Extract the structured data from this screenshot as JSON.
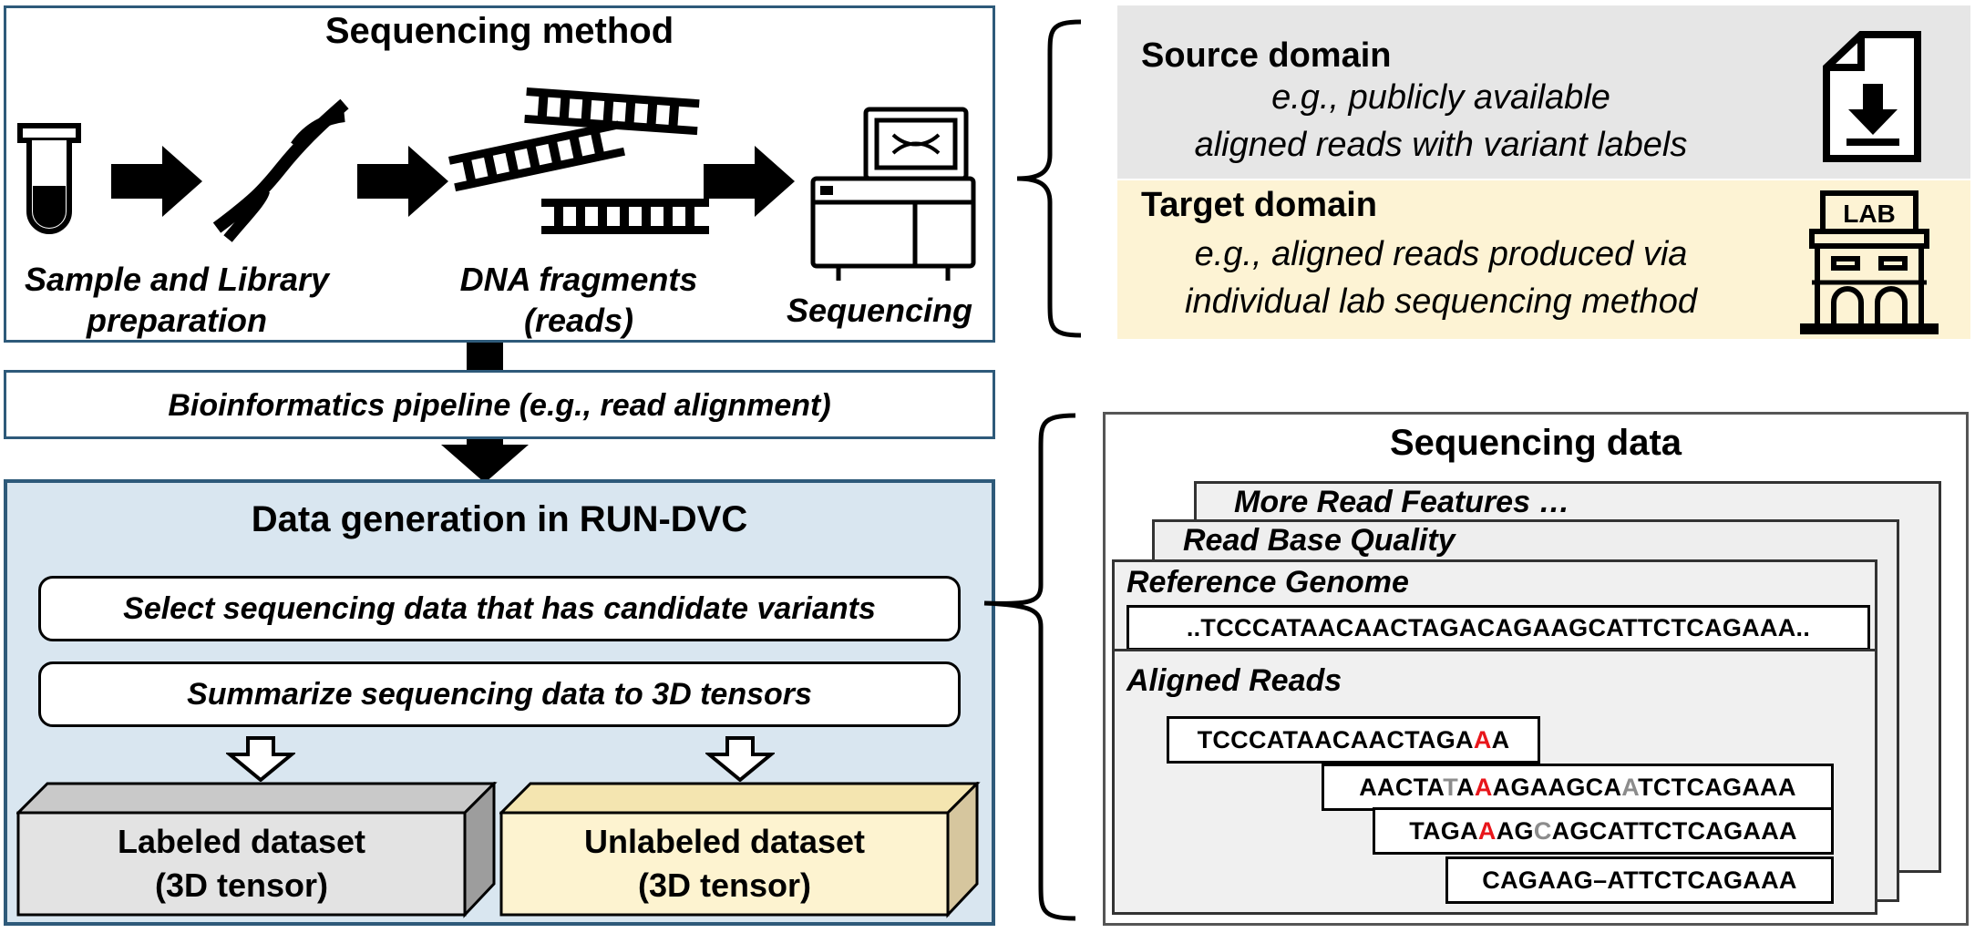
{
  "sequencing_method": {
    "title": "Sequencing method",
    "step1_label_line1": "Sample and Library",
    "step1_label_line2": "preparation",
    "step2_label_line1": "DNA fragments",
    "step2_label_line2": "(reads)",
    "step3_label": "Sequencing"
  },
  "pipeline": {
    "label": "Bioinformatics pipeline (e.g., read alignment)"
  },
  "data_generation": {
    "title": "Data generation in RUN-DVC",
    "step1": "Select sequencing data that has candidate variants",
    "step2": "Summarize sequencing data to 3D tensors",
    "labeled_line1": "Labeled dataset",
    "labeled_line2": "(3D tensor)",
    "unlabeled_line1": "Unlabeled dataset",
    "unlabeled_line2": "(3D tensor)"
  },
  "domains": {
    "source_title": "Source domain",
    "source_desc_line1": "e.g., publicly available",
    "source_desc_line2": "aligned reads with variant labels",
    "target_title": "Target domain",
    "target_desc_line1": "e.g., aligned reads produced via",
    "target_desc_line2": "individual lab sequencing method",
    "lab_sign": "LAB"
  },
  "sequencing_data": {
    "title": "Sequencing data",
    "layer_more": "More Read Features …",
    "layer_quality": "Read Base Quality",
    "layer_reference": "Reference Genome",
    "reference_sequence": "..TCCCATAACAACTAGACAGAAGCATTCTCAGAAA..",
    "aligned_reads_label": "Aligned Reads",
    "reads": [
      {
        "a": "TCCCATAACAACTAGA",
        "b": "A",
        "c": "A"
      },
      {
        "a": "AACTA",
        "b": "T",
        "c": "A",
        "d": "A",
        "e": "AGAAGCA",
        "f": "A",
        "g": "TCTCAGAAA"
      },
      {
        "a": "TAGA",
        "b": "A",
        "c": "AG",
        "d": "C",
        "e": "AGCATTCTCAGAAA"
      },
      {
        "a": "CAGAAG–ATTCTCAGAAA"
      }
    ]
  },
  "colors": {
    "frame_blue": "#2e5a7a",
    "generation_bg": "#d9e6f0",
    "source_bg": "#e6e6e6",
    "target_bg": "#fdf3d4",
    "labeled_face": "#e3e3e3",
    "unlabeled_face": "#fdf3d0",
    "variant_red": "#e8161b"
  },
  "icons": [
    "test-tube-icon",
    "dna-helix-icon",
    "dna-fragments-icon",
    "sequencer-icon",
    "download-document-icon",
    "lab-building-icon"
  ]
}
